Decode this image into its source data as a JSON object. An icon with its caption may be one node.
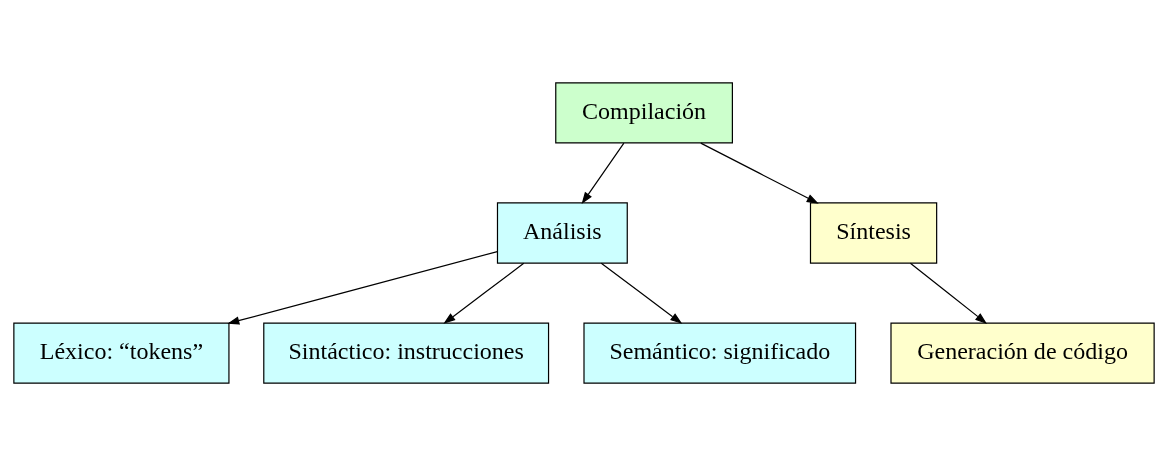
{
  "diagram": {
    "nodes": [
      {
        "text": [
          "Compilación"
        ]
      },
      {
        "text": [
          "Análisis"
        ]
      },
      {
        "text": [
          "Síntesis"
        ]
      },
      {
        "text": [
          "Léxico: “tokens”"
        ]
      },
      {
        "text": [
          "Sintáctico: instrucciones"
        ]
      },
      {
        "text": [
          "Semántico: significado"
        ]
      },
      {
        "text": [
          "Generación de código"
        ]
      }
    ],
    "edges": [
      {
        "from": 0,
        "to": 1,
        "arrow": "to"
      },
      {
        "from": 0,
        "to": 2,
        "arrow": "to"
      },
      {
        "from": 1,
        "to": 3,
        "arrow": "to"
      },
      {
        "from": 1,
        "to": 4,
        "arrow": "to"
      },
      {
        "from": 1,
        "to": 5,
        "arrow": "to"
      },
      {
        "from": 2,
        "to": 6,
        "arrow": "to"
      }
    ]
  }
}
